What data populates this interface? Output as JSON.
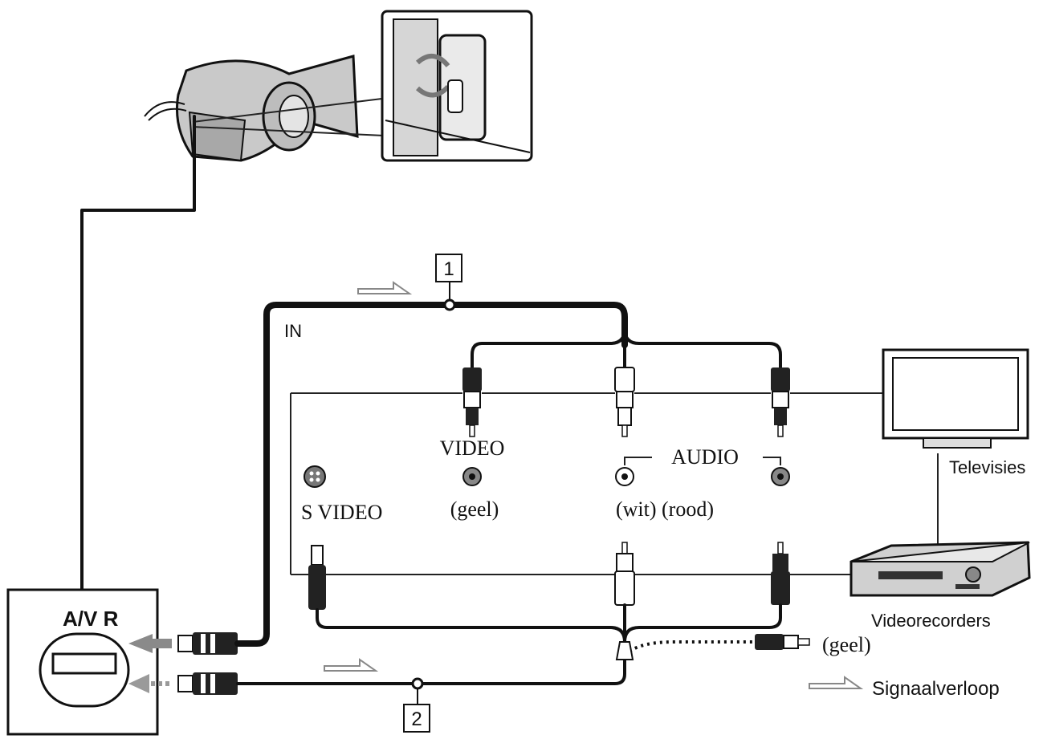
{
  "labels": {
    "av_r": "A/V R",
    "in": "IN",
    "video": "VIDEO",
    "audio": "AUDIO",
    "s_video": "S VIDEO",
    "geel_video": "(geel)",
    "wit_rood": "(wit) (rood)",
    "geel_plug": "(geel)",
    "televisies": "Televisies",
    "videorecorders": "Videorecorders",
    "signaalverloop": "Signaalverloop"
  },
  "callouts": {
    "cable_1": "1",
    "cable_2": "2"
  },
  "colors": {
    "line": "#111111",
    "arrow_gray": "#8a8a8a",
    "device_gray": "#c8c8c8"
  },
  "icons": [
    "camcorder-icon",
    "connector-zoom-icon",
    "television-icon",
    "vcr-icon",
    "signal-arrow-icon"
  ]
}
